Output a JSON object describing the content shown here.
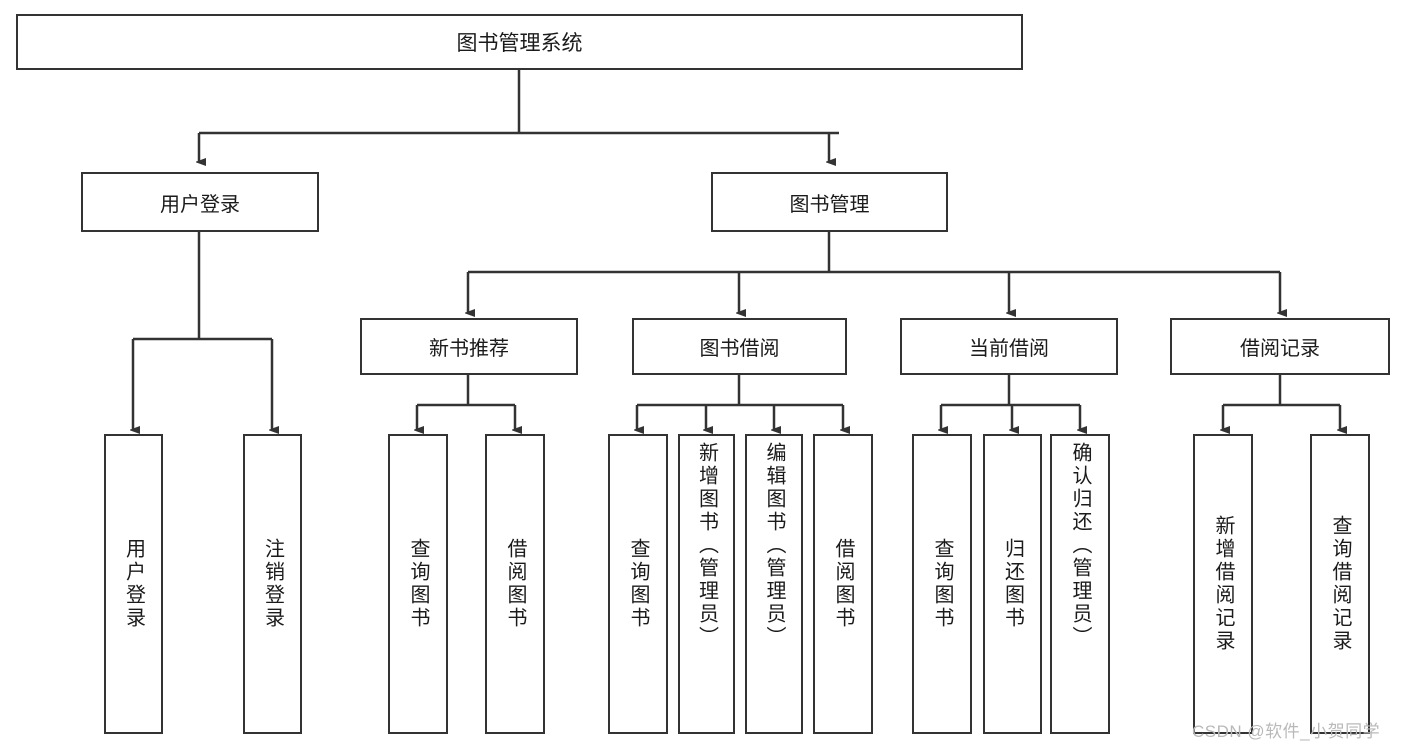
{
  "diagram": {
    "title": "图书管理系统",
    "type": "tree-hierarchy-diagram",
    "colors": {
      "border": "#333333",
      "background": "#ffffff",
      "text": "#1b1b1b",
      "watermark": "#b9b9b9"
    },
    "root": {
      "label": "图书管理系统"
    },
    "level2": [
      {
        "label": "用户登录"
      },
      {
        "label": "图书管理"
      }
    ],
    "level3": [
      {
        "label": "新书推荐"
      },
      {
        "label": "图书借阅"
      },
      {
        "label": "当前借阅"
      },
      {
        "label": "借阅记录"
      }
    ],
    "leaves": [
      {
        "label": "用户登录",
        "parent": "用户登录"
      },
      {
        "label": "注销登录",
        "parent": "用户登录"
      },
      {
        "label": "查询图书",
        "parent": "新书推荐"
      },
      {
        "label": "借阅图书",
        "parent": "新书推荐"
      },
      {
        "label": "查询图书",
        "parent": "图书借阅"
      },
      {
        "label": "新增图书（管理员）",
        "parent": "图书借阅"
      },
      {
        "label": "编辑图书（管理员）",
        "parent": "图书借阅"
      },
      {
        "label": "借阅图书",
        "parent": "图书借阅"
      },
      {
        "label": "查询图书",
        "parent": "当前借阅"
      },
      {
        "label": "归还图书",
        "parent": "当前借阅"
      },
      {
        "label": "确认归还（管理员）",
        "parent": "当前借阅"
      },
      {
        "label": "新增借阅记录",
        "parent": "借阅记录"
      },
      {
        "label": "查询借阅记录",
        "parent": "借阅记录"
      }
    ]
  },
  "watermark": {
    "text": "CSDN @软件_小贺同学"
  }
}
